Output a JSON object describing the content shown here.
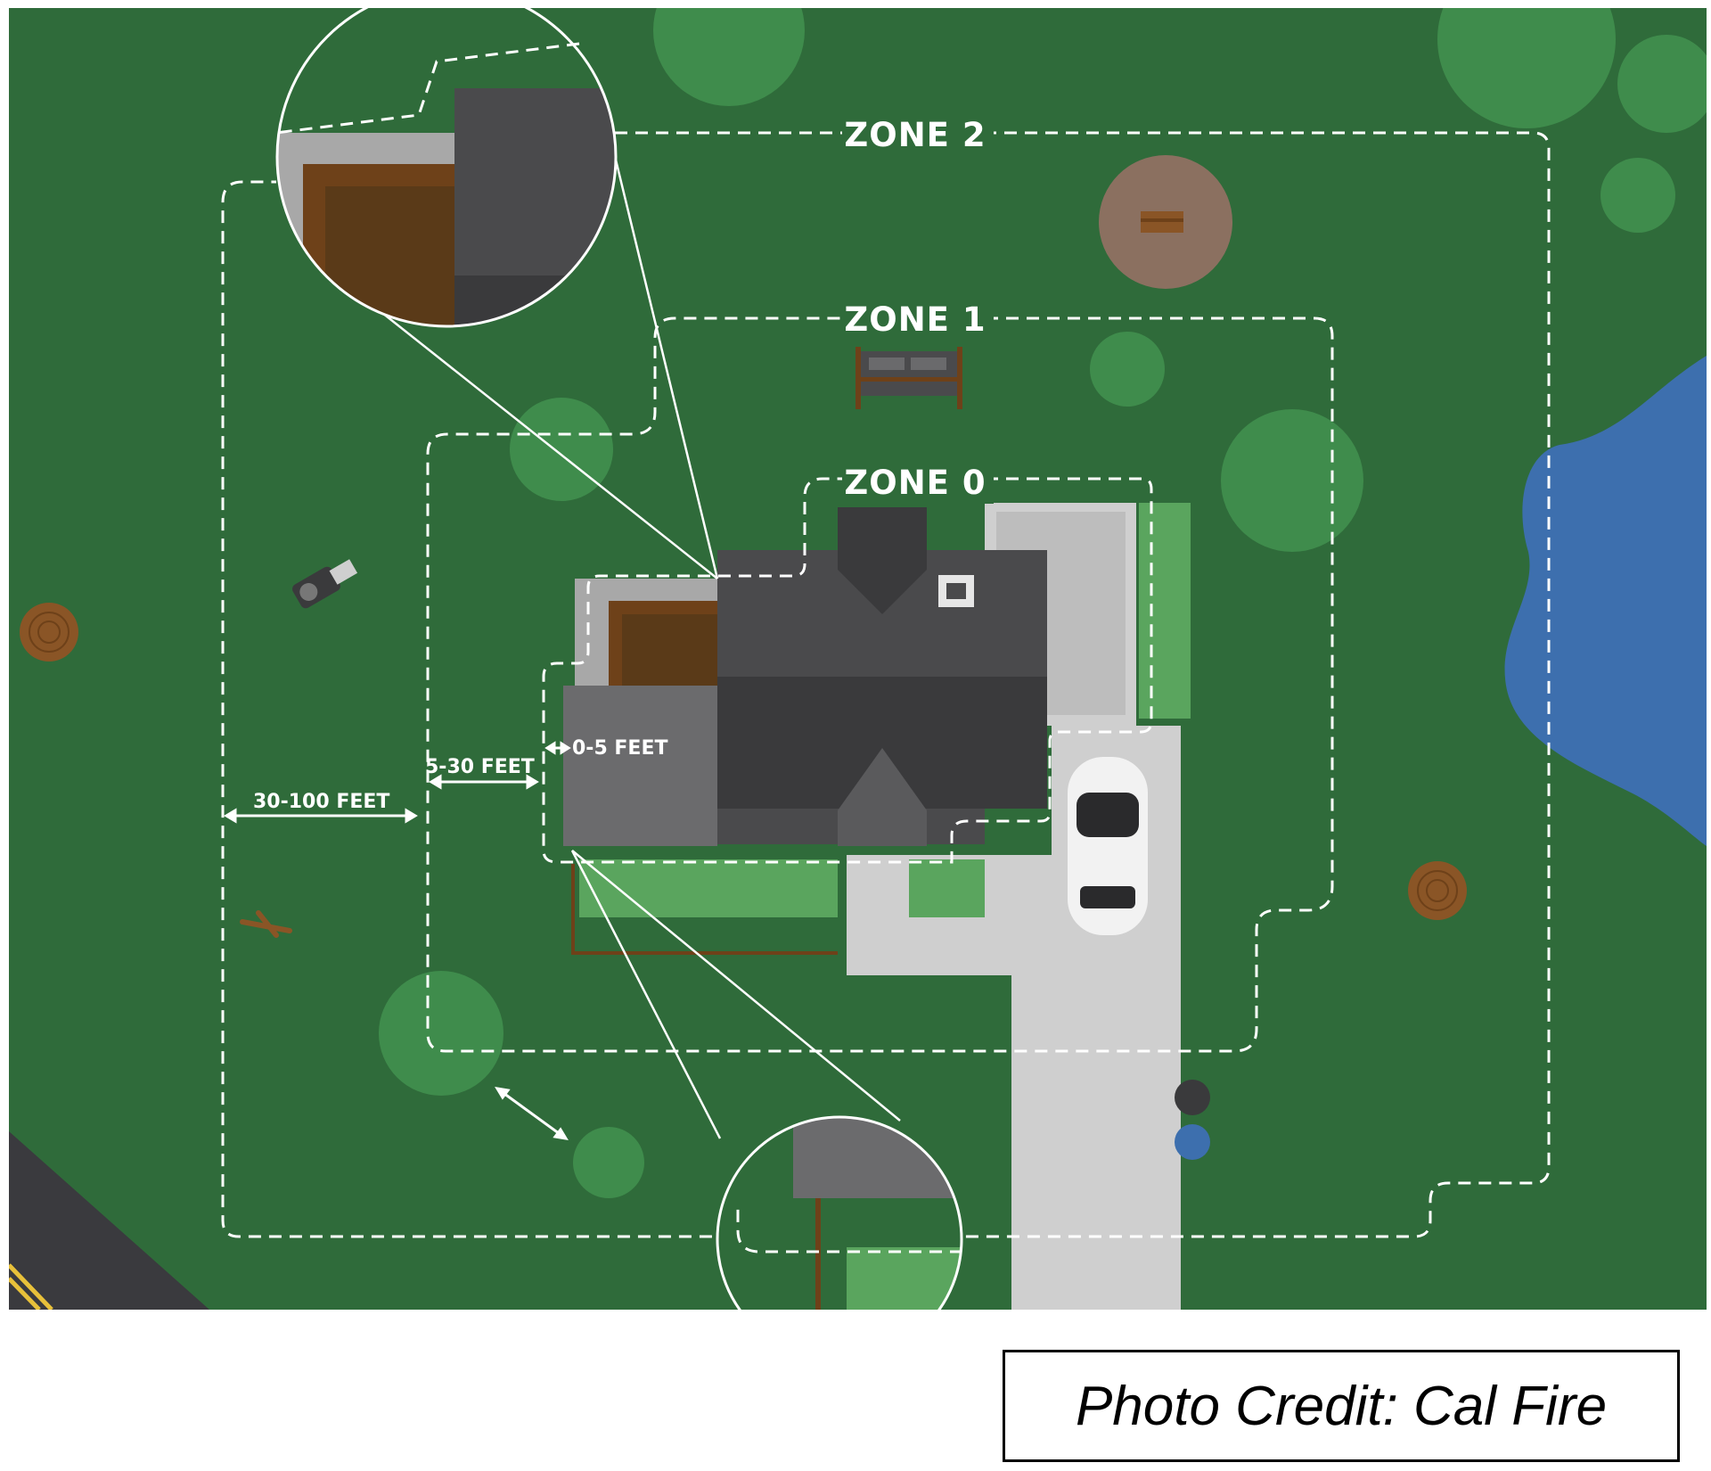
{
  "diagram": {
    "zones": [
      {
        "label": "ZONE 2"
      },
      {
        "label": "ZONE 1"
      },
      {
        "label": "ZONE 0"
      }
    ],
    "distances": [
      {
        "label": "0-5 FEET"
      },
      {
        "label": "5-30 FEET"
      },
      {
        "label": "30-100 FEET"
      }
    ]
  },
  "credit": {
    "text": "Photo Credit: Cal Fire"
  },
  "colors": {
    "lawn": "#2f6b3a",
    "tree": "#3f8c4c",
    "roof": "#4a4a4c",
    "roof_dark": "#3a3a3c",
    "concrete": "#c8c8c8",
    "pond": "#3d6fae",
    "hedge": "#5aa55e",
    "dashed_line": "#ffffff"
  }
}
